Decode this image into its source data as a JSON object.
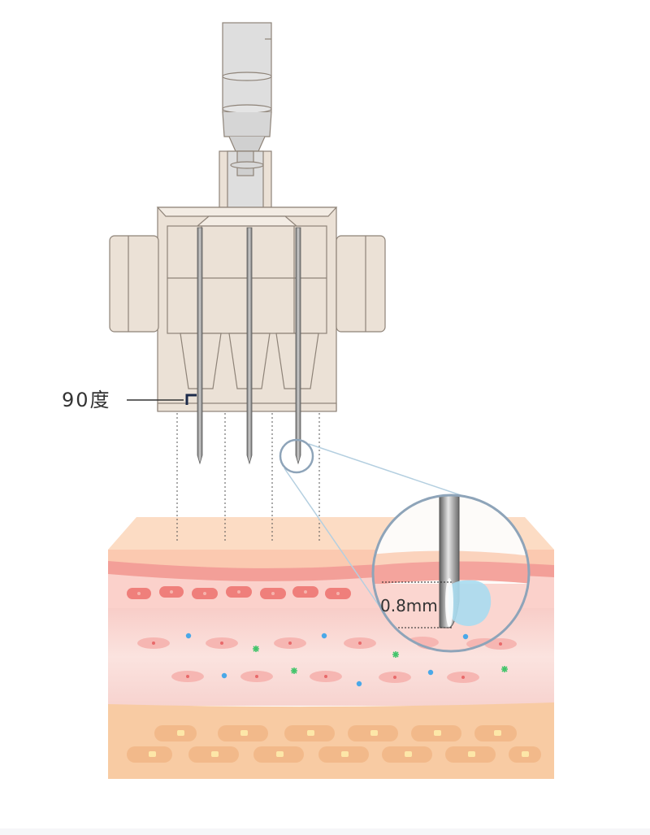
{
  "labels": {
    "angle": "90度",
    "depth": "0.8mm"
  },
  "colors": {
    "device_fill": "#ebe1d6",
    "device_stroke": "#8e8378",
    "needle": "#8c8c8c",
    "skin_top": "#fbd5bb",
    "dermis_band": "#f5a49c",
    "dermis": "#f9dcd8",
    "fat": "#f7cba2",
    "magnifier_ring": "#8ea4b9",
    "dot_blue": "#4aa8e8",
    "dot_green": "#43c46b"
  },
  "icons": [
    "needle-cartridge",
    "magnifier-lens",
    "right-angle-marker"
  ]
}
